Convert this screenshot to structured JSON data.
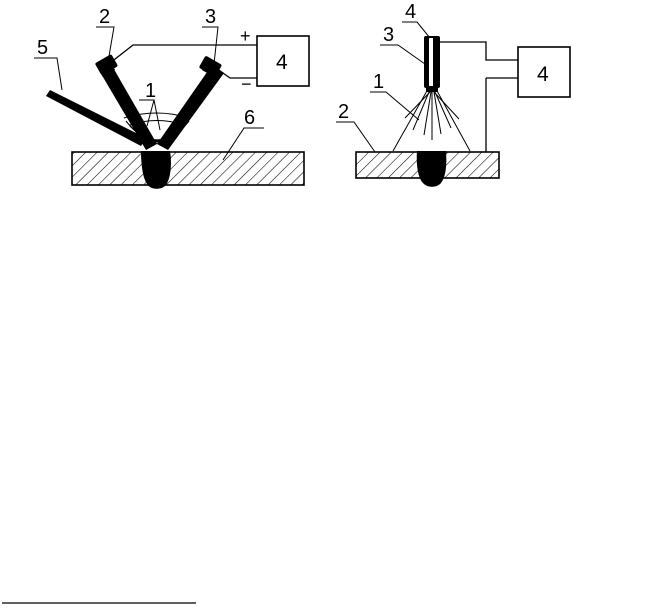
{
  "left_diagram": {
    "labels": {
      "electrode_1": "2",
      "electrode_2": "3",
      "arc": "1",
      "filler_rod": "5",
      "workpiece": "6",
      "power_source": "4",
      "plus": "+",
      "minus": "−"
    }
  },
  "right_diagram": {
    "labels": {
      "electrode": "4",
      "nozzle": "3",
      "plasma_jet": "1",
      "workpiece": "2",
      "power_source": "4"
    }
  },
  "colors": {
    "ink": "#000000",
    "paper": "#ffffff"
  }
}
